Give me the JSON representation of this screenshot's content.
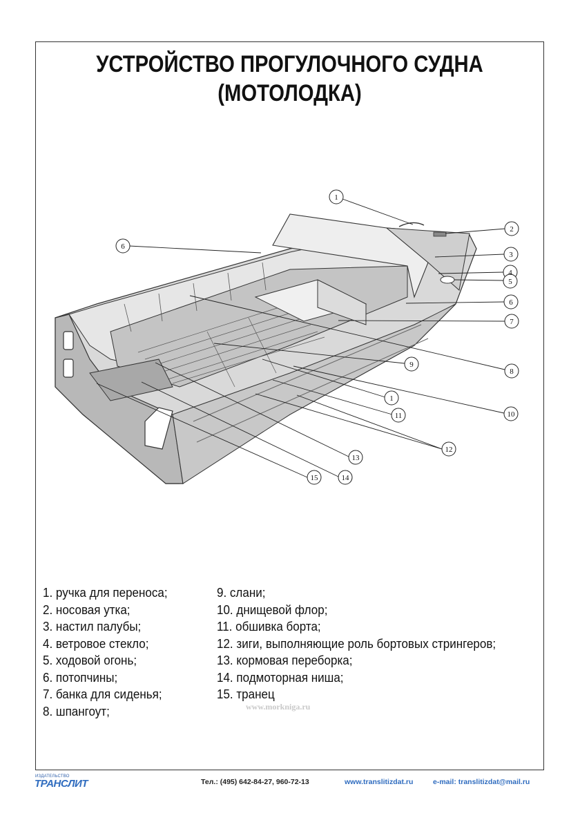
{
  "title": {
    "line1": "УСТРОЙСТВО ПРОГУЛОЧНОГО СУДНА",
    "line2": "(МОТОЛОДКА)"
  },
  "callouts": [
    "1",
    "2",
    "3",
    "4",
    "5",
    "6",
    "6",
    "7",
    "8",
    "9",
    "1",
    "11",
    "10",
    "12",
    "13",
    "14",
    "15"
  ],
  "legend_left": [
    "1. ручка для переноса;",
    "2. носовая утка;",
    "3. настил палубы;",
    "4. ветровое стекло;",
    "5. ходовой огонь;",
    "6. потопчины;",
    "7. банка для сиденья;",
    "8. шпангоут;"
  ],
  "legend_right": [
    "9. слани;",
    "10. днищевой флор;",
    "11. обшивка борта;",
    "12. зиги, выполняющие роль бортовых стрингеров;",
    "13. кормовая переборка;",
    "14. подмоторная ниша;",
    "15. транец"
  ],
  "watermark": "www.morkniga.ru",
  "footer": {
    "publisher_small": "ИЗДАТЕЛЬСТВО",
    "publisher_logo": "ТРАНСЛИТ",
    "phone": "Тел.: (495) 642-84-27, 960-72-13",
    "website": "www.translitizdat.ru",
    "email": "e-mail: translitizdat@mail.ru"
  },
  "colors": {
    "hull": "#d9d9d9",
    "hull_dark": "#9a9a9a",
    "interior": "#c4c4c4",
    "line": "#333333",
    "link": "#2f6cbf"
  }
}
